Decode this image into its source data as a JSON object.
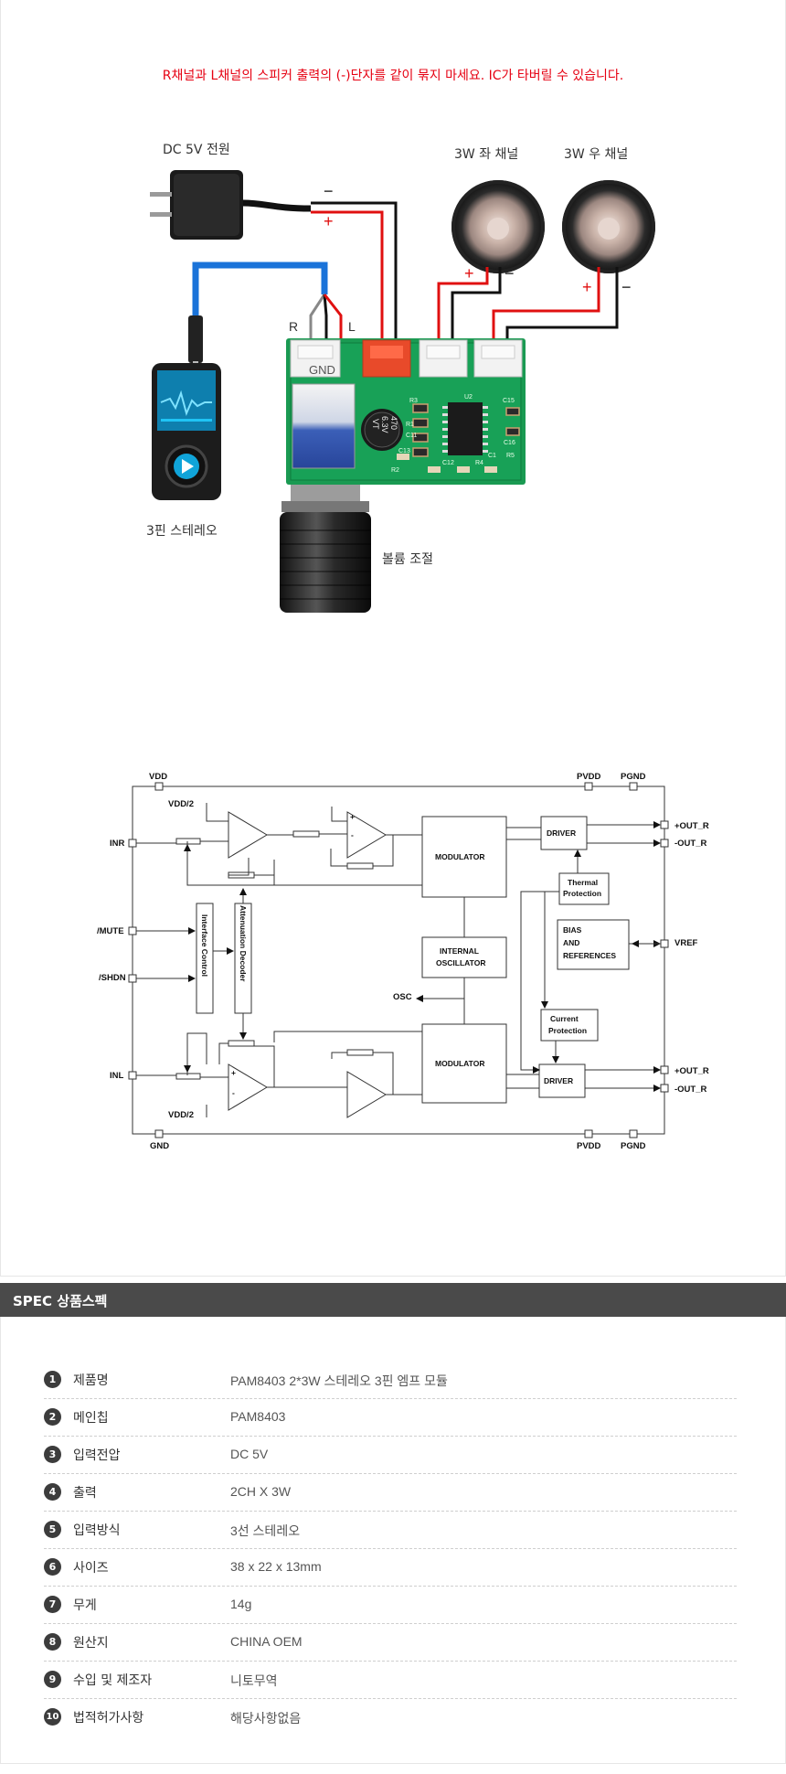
{
  "notice": "R채널과 L채널의 스피커 출력의 (-)단자를 같이 묶지 마세요. IC가 타버릴 수 있습니다.",
  "wiring": {
    "power_label": "DC 5V 전원",
    "left_speaker_label": "3W 좌 채널",
    "right_speaker_label": "3W 우 채널",
    "input_label": "3핀 스테레오",
    "volume_label": "볼륨 조절",
    "minus": "−",
    "plus": "+",
    "r": "R",
    "l": "L",
    "gnd": "GND",
    "cap": [
      "470",
      "6.3V",
      "VT"
    ],
    "pcb_labels": [
      "C11",
      "R1",
      "C13",
      "R2",
      "C12",
      "R3",
      "C15",
      "R4",
      "R5",
      "U2",
      "C1",
      "C16"
    ]
  },
  "block": {
    "vdd": "VDD",
    "pvdd": "PVDD",
    "pgnd": "PGND",
    "gnd": "GND",
    "vdd2": "VDD/2",
    "inr": "INR",
    "inl": "INL",
    "mute": "/MUTE",
    "shdn": "/SHDN",
    "modulator": "MODULATOR",
    "driver": "DRIVER",
    "outp": "+OUT_R",
    "outn": "-OUT_R",
    "thermal": [
      "Thermal",
      "Protection"
    ],
    "bias": [
      "BIAS",
      "AND",
      "REFERENCES"
    ],
    "vref": "VREF",
    "osc_block": [
      "INTERNAL",
      "OSCILLATOR"
    ],
    "osc": "OSC",
    "current": [
      "Current",
      "Protection"
    ],
    "interface": "Interface Control",
    "atten": "Attenuation Decoder",
    "plus": "+",
    "minus": "-"
  },
  "spec": {
    "title": "SPEC 상품스펙",
    "rows": [
      {
        "n": "1",
        "key": "제품명",
        "value": "PAM8403 2*3W 스테레오 3핀 엠프 모듈"
      },
      {
        "n": "2",
        "key": "메인칩",
        "value": "PAM8403"
      },
      {
        "n": "3",
        "key": "입력전압",
        "value": "DC 5V"
      },
      {
        "n": "4",
        "key": "출력",
        "value": "2CH X 3W"
      },
      {
        "n": "5",
        "key": "입력방식",
        "value": "3선 스테레오"
      },
      {
        "n": "6",
        "key": "사이즈",
        "value": "38 x 22 x 13mm"
      },
      {
        "n": "7",
        "key": "무게",
        "value": "14g"
      },
      {
        "n": "8",
        "key": "원산지",
        "value": "CHINA OEM"
      },
      {
        "n": "9",
        "key": "수입 및 제조자",
        "value": "니토무역"
      },
      {
        "n": "10",
        "key": "법적허가사항",
        "value": "해당사항없음"
      }
    ]
  }
}
